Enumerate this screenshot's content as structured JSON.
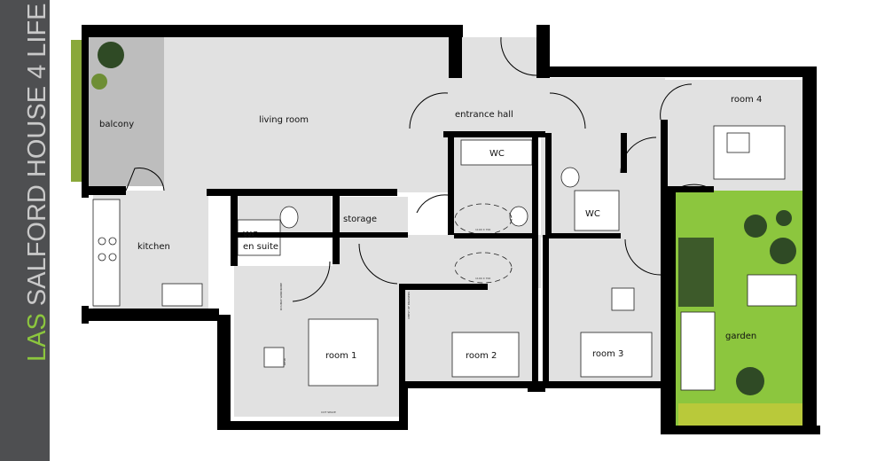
{
  "title": {
    "accent": "LAS",
    "rest": " SALFORD HOUSE 4 LIFE"
  },
  "colors": {
    "sidebar": "#4e4f51",
    "accent": "#8cc63e",
    "floor": "#e1e1e1",
    "balcony": "#bdbdbd",
    "garden": "#8cc63e",
    "wall": "#000000"
  },
  "rooms": {
    "balcony": "balcony",
    "living_room": "living room",
    "entrance_hall": "entrance hall",
    "room4": "room 4",
    "wc_center": "WC",
    "wc_right": "WC",
    "kitchen": "kitchen",
    "wc_en_suite_1": "WC",
    "wc_en_suite_2": "en suite",
    "storage": "storage",
    "room1": "room 1",
    "room2": "room 2",
    "room3": "room 3",
    "garden": "garden"
  },
  "annotations": {
    "turning_circle": "1100 X 700",
    "wardrobe": "DOUBLE WARDROBE",
    "drawers": "CHEST OF DRAWERS",
    "desk": "DESK",
    "cot": "COT SPACE"
  }
}
